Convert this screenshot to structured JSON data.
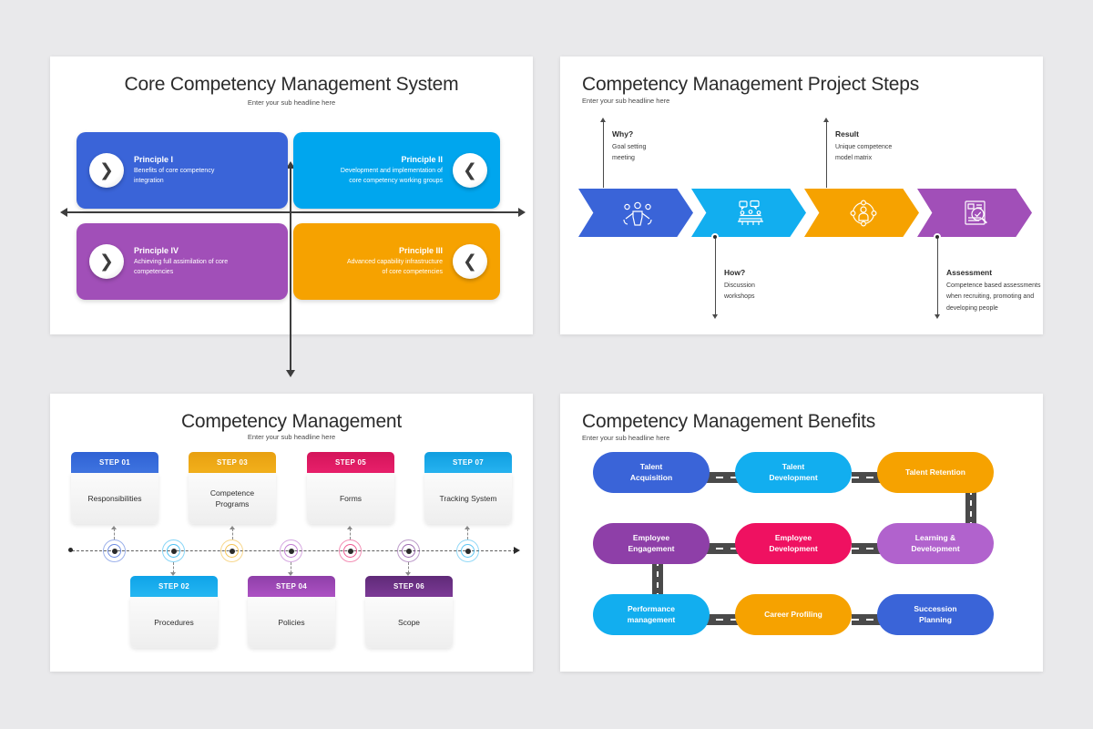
{
  "page": {
    "background": "#e9e9eb"
  },
  "slides": [
    {
      "id": "core-competency-management-system",
      "title": "Core Competency Management System",
      "subtitle": "Enter your sub headline here",
      "cards": [
        {
          "name": "Principle I",
          "desc1": "Benefits of core competency",
          "desc2": "integration",
          "color": "#3a64d8",
          "chevron": "❯"
        },
        {
          "name": "Principle II",
          "desc1": "Development and implementation of",
          "desc2": "core competency  working groups",
          "color": "#00a6ee",
          "chevron": "❮"
        },
        {
          "name": "Principle III",
          "desc1": "Advanced capability infrastructure",
          "desc2": "of core competencies",
          "color": "#f6a200",
          "chevron": "❮"
        },
        {
          "name": "Principle IV",
          "desc1": "Achieving full assimilation of core",
          "desc2": "competencies",
          "color": "#a14fb8",
          "chevron": "❯"
        }
      ]
    },
    {
      "id": "competency-management-project-steps",
      "title": "Competency Management Project Steps",
      "subtitle": "Enter your sub headline here",
      "steps": [
        {
          "color": "#3a64d8",
          "icon": "team-meeting-icon"
        },
        {
          "color": "#12aeef",
          "icon": "discussion-table-icon"
        },
        {
          "color": "#f6a200",
          "icon": "competence-model-icon"
        },
        {
          "color": "#a14fb8",
          "icon": "assessment-document-icon"
        }
      ],
      "callouts": [
        {
          "title": "Why?",
          "lines": [
            "Goal setting",
            "meeting"
          ]
        },
        {
          "title": "How?",
          "lines": [
            "Discussion",
            "workshops"
          ]
        },
        {
          "title": "Result",
          "lines": [
            "Unique competence",
            "model matrix"
          ]
        },
        {
          "title": "Assessment",
          "lines": [
            "Competence  based assessments",
            "when recruiting, promoting and",
            "developing people"
          ]
        }
      ]
    },
    {
      "id": "competency-management",
      "title": "Competency Management",
      "subtitle": "Enter your sub headline here",
      "steps": [
        {
          "label": "STEP 01",
          "text": "Responsibilities",
          "color_from": "#2f62d4",
          "color_to": "#3f74e0",
          "position": "top"
        },
        {
          "label": "STEP 02",
          "text": "Procedures",
          "color_from": "#0fa3e8",
          "color_to": "#25b7f2",
          "position": "bottom"
        },
        {
          "label": "STEP 03",
          "text": "Competence\nPrograms",
          "color_from": "#e8a010",
          "color_to": "#f2b01c",
          "position": "top"
        },
        {
          "label": "STEP 04",
          "text": "Policies",
          "color_from": "#8e3fa8",
          "color_to": "#ad52c4",
          "position": "bottom"
        },
        {
          "label": "STEP 05",
          "text": "Forms",
          "color_from": "#d4145a",
          "color_to": "#e8206b",
          "position": "top"
        },
        {
          "label": "STEP 06",
          "text": "Scope",
          "color_from": "#5f2a78",
          "color_to": "#7c3a96",
          "position": "bottom"
        },
        {
          "label": "STEP 07",
          "text": "Tracking System",
          "color_from": "#0f9ee0",
          "color_to": "#27b3f0",
          "position": "top"
        }
      ]
    },
    {
      "id": "competency-management-benefits",
      "title": "Competency Management Benefits",
      "subtitle": "Enter your sub headline here",
      "benefits": [
        {
          "text": "Talent\nAcquisition",
          "color": "#3a64d8"
        },
        {
          "text": "Talent\nDevelopment",
          "color": "#12aeef"
        },
        {
          "text": "Talent Retention",
          "color": "#f6a200"
        },
        {
          "text": "Employee\nEngagement",
          "color": "#8e3fa8"
        },
        {
          "text": "Employee\nDevelopment",
          "color": "#ef1161"
        },
        {
          "text": "Learning &\nDevelopment",
          "color": "#b162cd"
        },
        {
          "text": "Performance\nmanagement",
          "color": "#12aeef"
        },
        {
          "text": "Career Profiling",
          "color": "#f6a200"
        },
        {
          "text": "Succession\nPlanning",
          "color": "#3a64d8"
        }
      ],
      "road_color": "#4a4a4a"
    }
  ]
}
